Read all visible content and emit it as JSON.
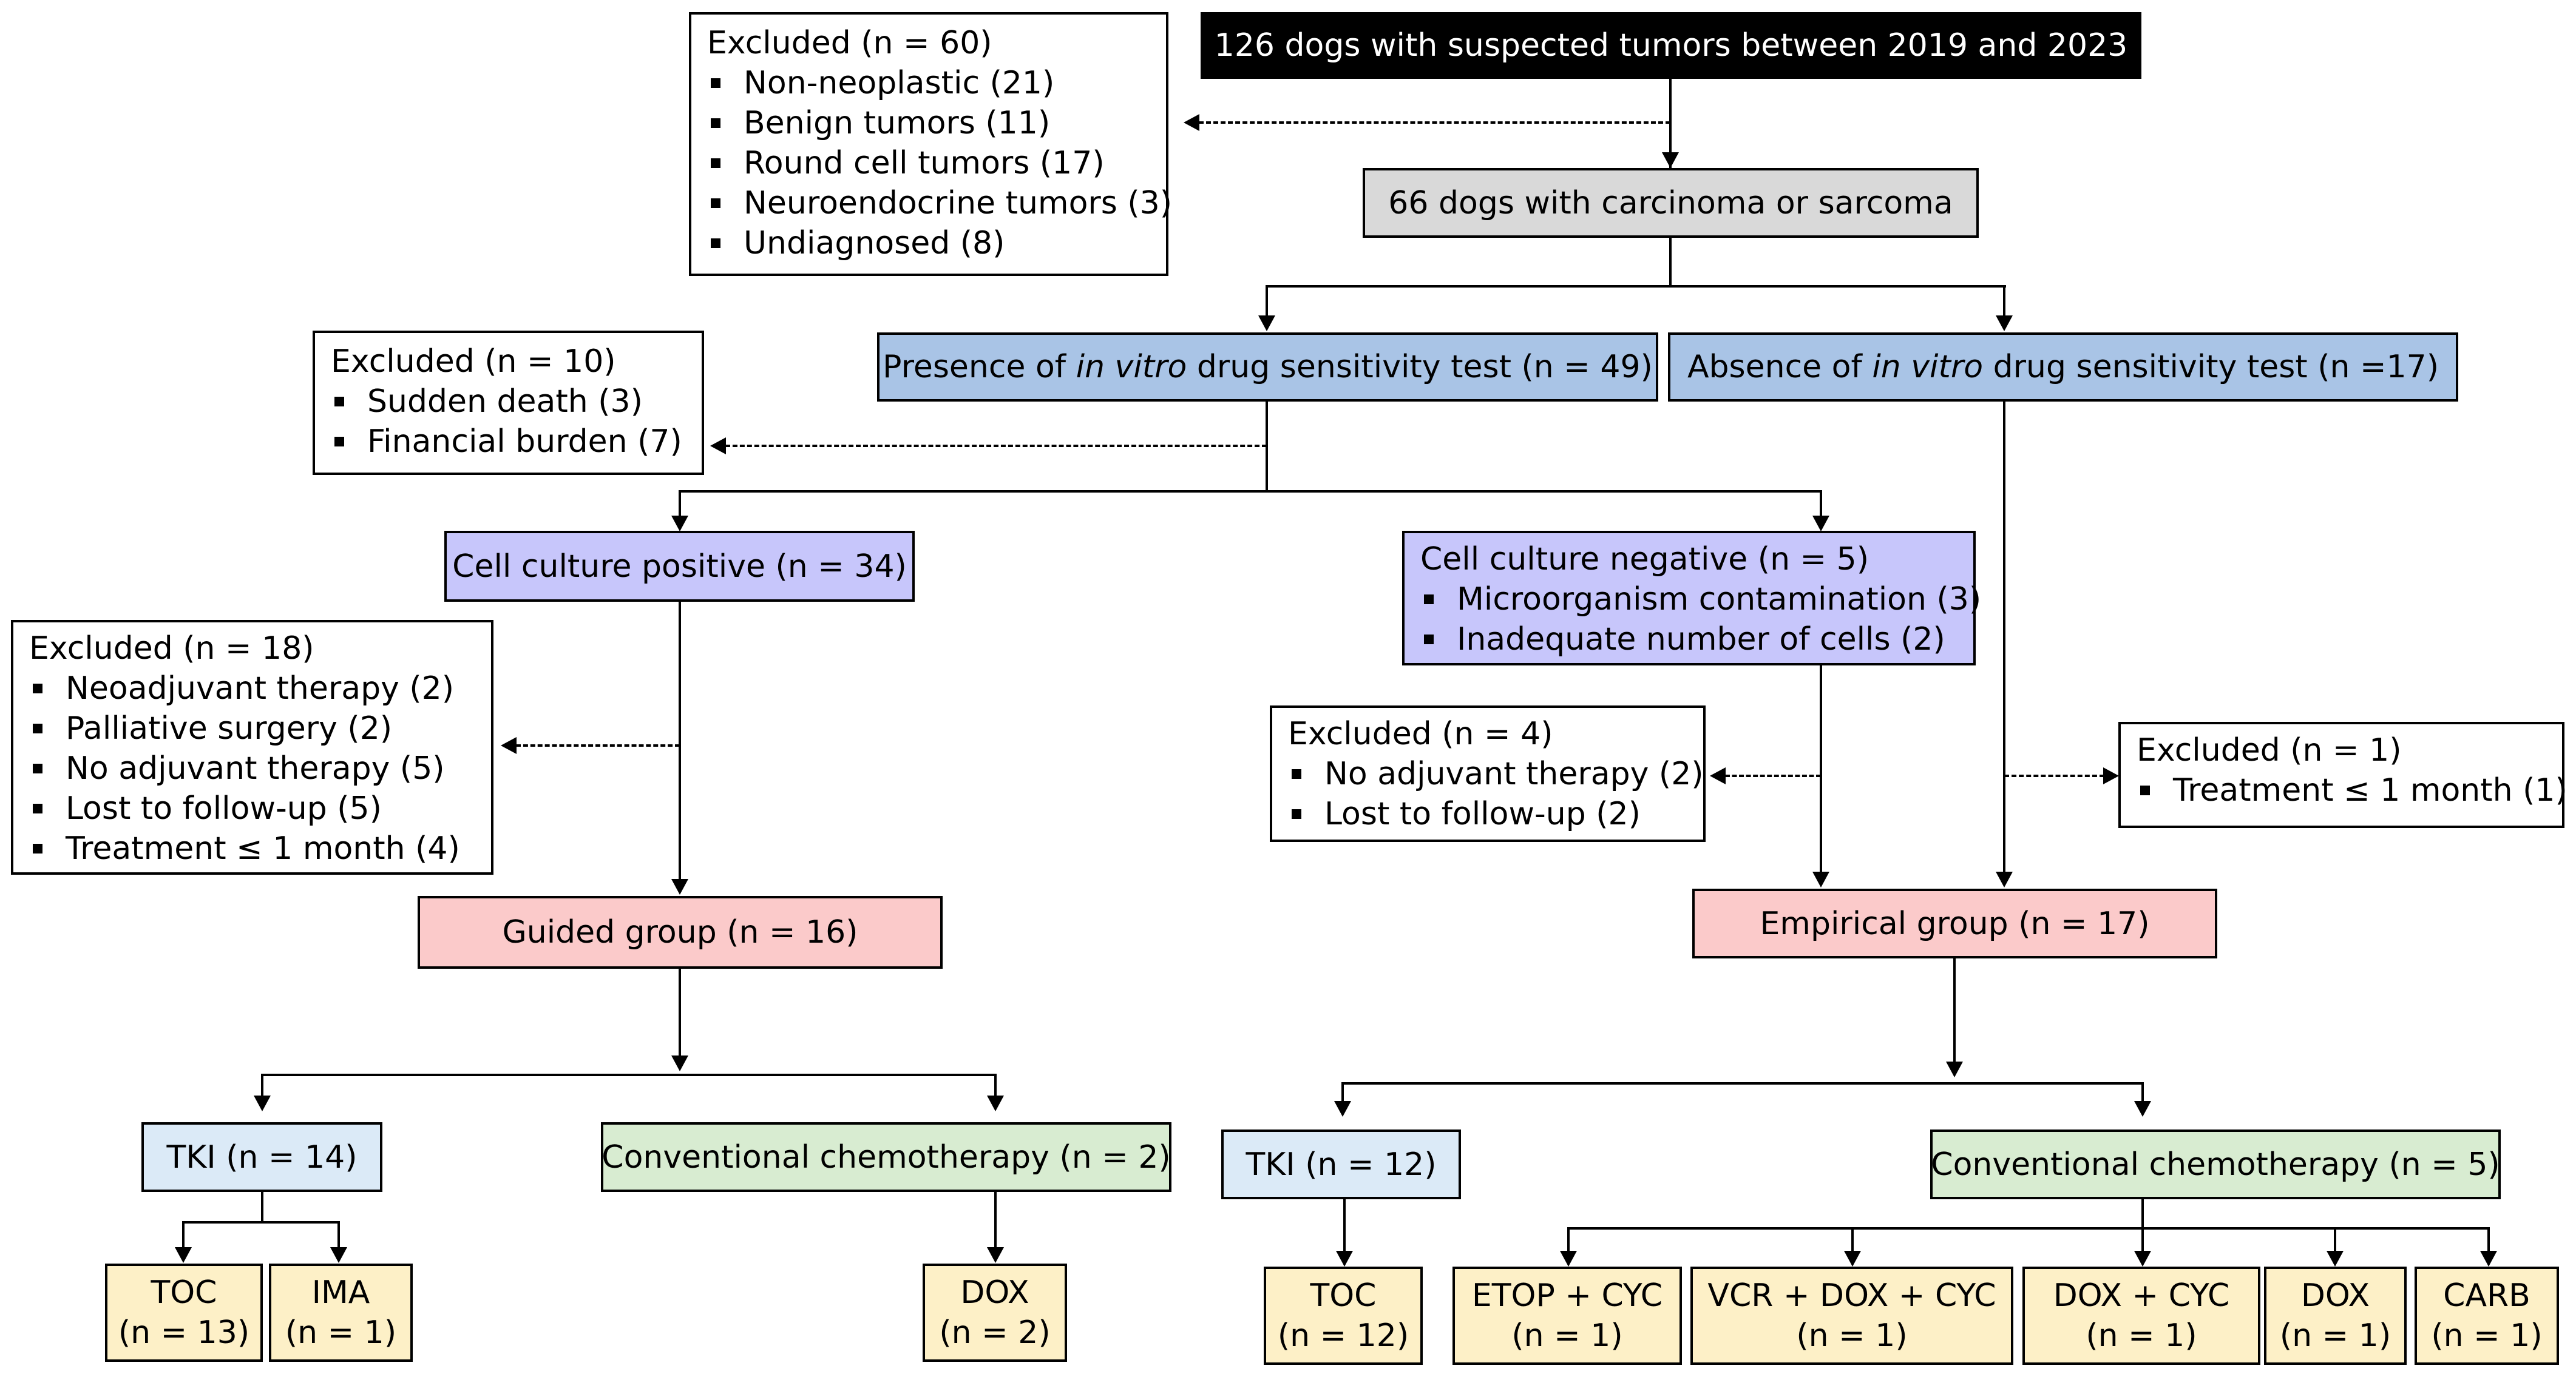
{
  "flowchart": {
    "start": "126 dogs with suspected tumors between 2019 and 2023",
    "excluded_60": {
      "title": "Excluded (n = 60)",
      "items": [
        "Non-neoplastic (21)",
        "Benign tumors (11)",
        "Round cell tumors (17)",
        "Neuroendocrine tumors (3)",
        "Undiagnosed (8)"
      ]
    },
    "carcinoma_sarcoma": "66 dogs with carcinoma or sarcoma",
    "presence_test": {
      "pre": "Presence of ",
      "italic": "in vitro",
      "post": " drug sensitivity test (n = 49)"
    },
    "absence_test": {
      "pre": "Absence of ",
      "italic": "in vitro",
      "post": " drug sensitivity test (n =17)"
    },
    "excluded_10": {
      "title": "Excluded (n = 10)",
      "items": [
        "Sudden death (3)",
        "Financial burden (7)"
      ]
    },
    "culture_positive": "Cell culture positive (n = 34)",
    "culture_negative": {
      "title": "Cell culture negative (n = 5)",
      "items": [
        "Microorganism contamination (3)",
        "Inadequate number of cells (2)"
      ]
    },
    "excluded_18": {
      "title": "Excluded (n = 18)",
      "items": [
        "Neoadjuvant therapy (2)",
        "Palliative surgery (2)",
        "No adjuvant therapy (5)",
        "Lost to follow-up (5)",
        "Treatment ≤ 1 month (4)"
      ]
    },
    "excluded_4": {
      "title": "Excluded (n = 4)",
      "items": [
        "No adjuvant therapy (2)",
        "Lost to follow-up (2)"
      ]
    },
    "excluded_1": {
      "title": "Excluded (n = 1)",
      "items": [
        "Treatment ≤ 1 month (1)"
      ]
    },
    "guided_group": "Guided group (n = 16)",
    "empirical_group": "Empirical group (n = 17)",
    "guided_tki": "TKI (n = 14)",
    "guided_conventional": "Conventional chemotherapy (n = 2)",
    "empirical_tki": "TKI (n = 12)",
    "empirical_conventional": "Conventional chemotherapy (n = 5)",
    "leaves": [
      {
        "drug": "TOC",
        "n": "(n = 13)"
      },
      {
        "drug": "IMA",
        "n": "(n = 1)"
      },
      {
        "drug": "DOX",
        "n": "(n = 2)"
      },
      {
        "drug": "TOC",
        "n": "(n = 12)"
      },
      {
        "drug": "ETOP + CYC",
        "n": "(n = 1)"
      },
      {
        "drug": "VCR + DOX + CYC",
        "n": "(n = 1)"
      },
      {
        "drug": "DOX + CYC",
        "n": "(n = 1)"
      },
      {
        "drug": "DOX",
        "n": "(n = 1)"
      },
      {
        "drug": "CARB",
        "n": "(n = 1)"
      }
    ]
  }
}
